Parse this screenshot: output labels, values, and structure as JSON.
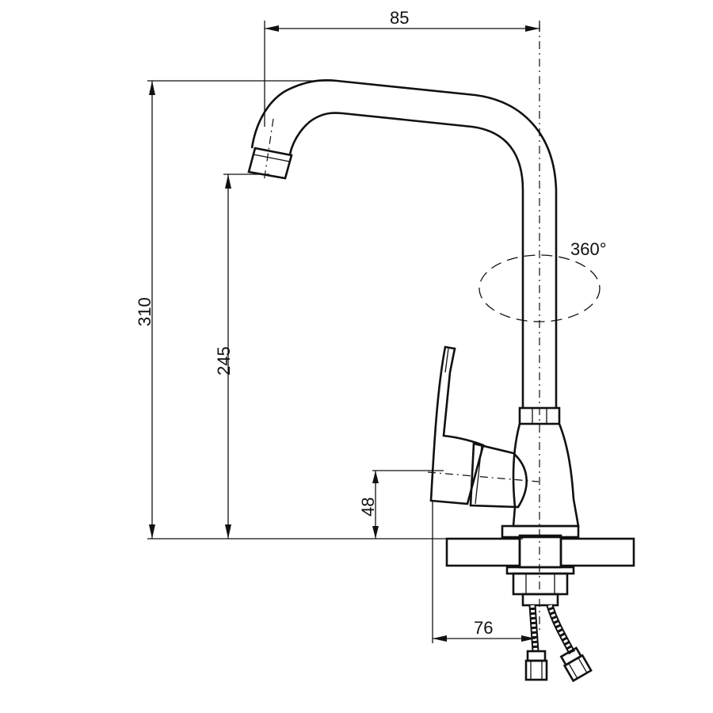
{
  "drawing": {
    "subject": "single-lever kitchen faucet with swivel spout",
    "dimensions": {
      "spout_reach": "85",
      "total_height": "310",
      "spout_outlet_height": "245",
      "lever_height": "48",
      "hose_offset": "76",
      "rotation": "360°"
    }
  }
}
